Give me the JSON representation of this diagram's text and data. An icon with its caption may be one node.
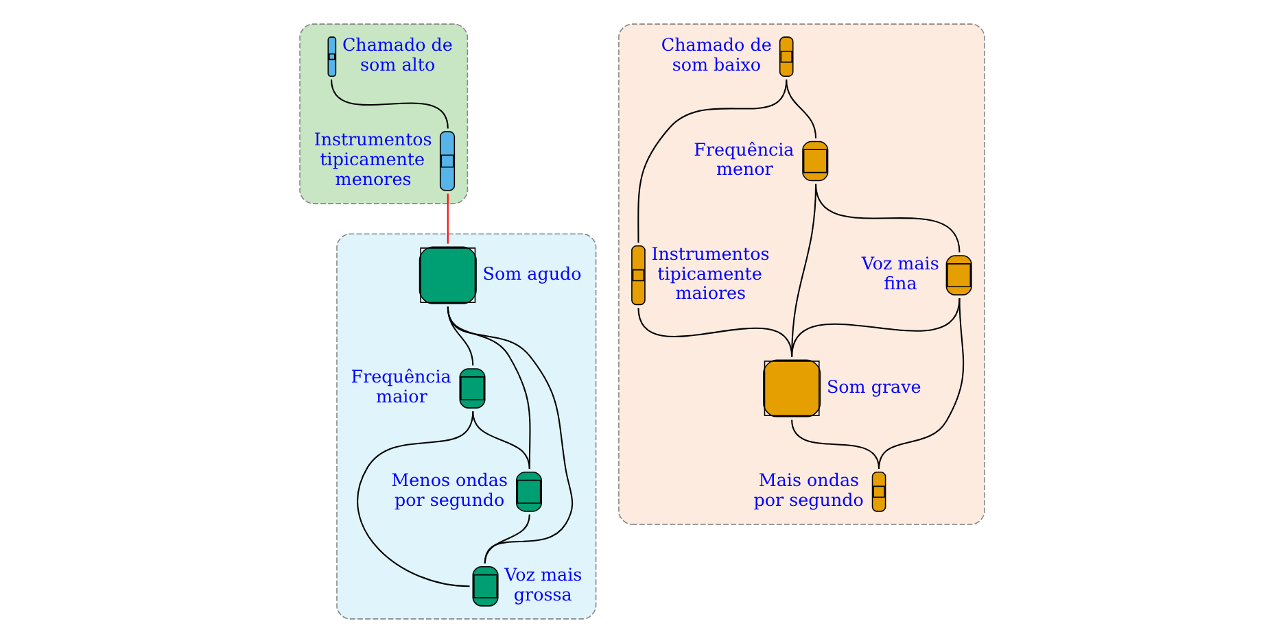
{
  "diagram": {
    "nodes": [
      {
        "text": [],
        "shape": "cloud"
      },
      {
        "text": [
          "Chamado de som alto"
        ],
        "in": 0
      },
      {
        "text": [
          "Instrumentos tipicamente menores"
        ],
        "in": 0
      },
      {
        "text": [],
        "shape": "cloud"
      },
      {
        "text": [
          "Som agudo"
        ],
        "in": 3
      },
      {
        "text": [
          "Frequência maior"
        ],
        "in": 3
      },
      {
        "text": [
          "Menos ondas por segundo"
        ],
        "in": 3
      },
      {
        "text": [
          "Voz mais grossa"
        ],
        "in": 3
      },
      {
        "text": [],
        "shape": "cloud"
      },
      {
        "text": [
          "Chamado de som baixo"
        ],
        "in": 8
      },
      {
        "text": [
          "Frequência menor"
        ],
        "in": 8
      },
      {
        "text": [
          "Instrumentos tipicamente maiores"
        ],
        "in": 8
      },
      {
        "text": [
          "Voz mais fina"
        ],
        "in": 8
      },
      {
        "text": [
          "Som grave"
        ],
        "in": 8
      },
      {
        "text": [
          "Mais ondas por segundo"
        ],
        "in": 8
      }
    ],
    "edges": [
      {
        "from": 1,
        "to": 2,
        "arrow": "none"
      },
      {
        "from": 2,
        "to": 4,
        "arrow": "none",
        "color": "#ff0000"
      },
      {
        "from": 4,
        "to": 5,
        "arrow": "none"
      },
      {
        "from": 4,
        "to": 6,
        "arrow": "none"
      },
      {
        "from": 4,
        "to": 7,
        "arrow": "none"
      },
      {
        "from": 5,
        "to": 6,
        "arrow": "none"
      },
      {
        "from": 5,
        "to": 7,
        "arrow": "none"
      },
      {
        "from": 6,
        "to": 7,
        "arrow": "none"
      },
      {
        "from": 9,
        "to": 10,
        "arrow": "none"
      },
      {
        "from": 9,
        "to": 11,
        "arrow": "none"
      },
      {
        "from": 10,
        "to": 12,
        "arrow": "none"
      },
      {
        "from": 10,
        "to": 13,
        "arrow": "none"
      },
      {
        "from": 11,
        "to": 13,
        "arrow": "none"
      },
      {
        "from": 12,
        "to": 13,
        "arrow": "none"
      },
      {
        "from": 12,
        "to": 14,
        "arrow": "none"
      },
      {
        "from": 13,
        "to": 14,
        "arrow": "none"
      }
    ]
  }
}
